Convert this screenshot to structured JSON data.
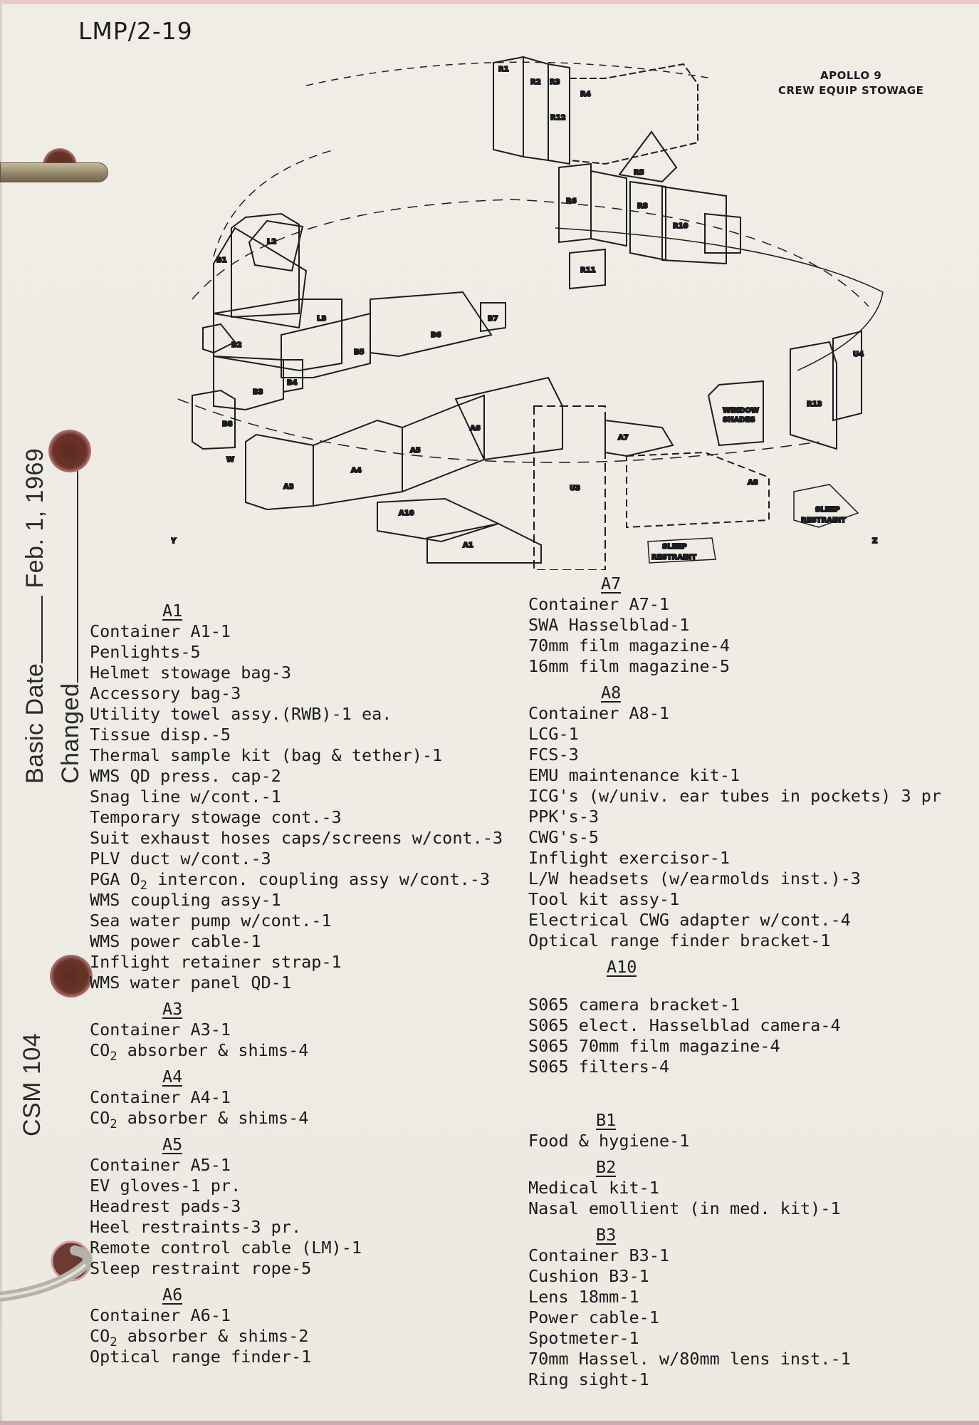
{
  "header": {
    "doc_id": "LMP/2-19",
    "diagram_title_line1": "APOLLO 9",
    "diagram_title_line2": "CREW EQUIP STOWAGE"
  },
  "margin": {
    "basic_date_label": "Basic Date",
    "basic_date_value": "Feb. 1, 1969",
    "changed_label": "Changed",
    "changed_value": "",
    "vehicle": "CSM 104"
  },
  "diagram": {
    "labels": [
      "R1",
      "R2",
      "R3",
      "R12",
      "R4",
      "R5",
      "R6",
      "R8",
      "R10",
      "R11",
      "L2",
      "B1",
      "L3",
      "B2",
      "B4",
      "B3",
      "B5",
      "B6",
      "B7",
      "B8",
      "A3",
      "A4",
      "A5",
      "A6",
      "A7",
      "A8",
      "A10",
      "A1",
      "U3",
      "U4",
      "R13",
      "WINDOW SHADES",
      "SLEEP RESTRAINT",
      "SLEEP RESTRAINT",
      "W",
      "Y",
      "Z"
    ]
  },
  "left_column": [
    {
      "heading": "A1",
      "items": [
        "Container A1-1",
        "Penlights-5",
        "Helmet stowage bag-3",
        "Accessory bag-3",
        "Utility towel assy.(RWB)-1 ea.",
        "Tissue disp.-5",
        "Thermal sample kit (bag & tether)-1",
        "WMS QD press. cap-2",
        "Snag line w/cont.-1",
        "Temporary stowage cont.-3",
        "Suit exhaust hoses caps/screens w/cont.-3",
        "PLV duct w/cont.-3",
        "PGA O2 intercon. coupling assy w/cont.-3",
        "WMS coupling assy-1",
        "Sea water pump w/cont.-1",
        "WMS power cable-1",
        "Inflight retainer strap-1",
        "WMS water panel QD-1"
      ]
    },
    {
      "heading": "A3",
      "items": [
        "Container A3-1",
        "CO2 absorber & shims-4"
      ]
    },
    {
      "heading": "A4",
      "items": [
        "Container A4-1",
        "CO2 absorber & shims-4"
      ]
    },
    {
      "heading": "A5",
      "items": [
        "Container A5-1",
        "EV gloves-1 pr.",
        "Headrest pads-3",
        "Heel restraints-3 pr.",
        "Remote control cable (LM)-1",
        "Sleep restraint rope-5"
      ]
    },
    {
      "heading": "A6",
      "items": [
        "Container A6-1",
        "CO2 absorber & shims-2",
        "Optical range finder-1"
      ]
    }
  ],
  "right_column": [
    {
      "heading": "A7",
      "items": [
        "Container A7-1",
        "SWA Hasselblad-1",
        "70mm film magazine-4",
        "16mm film magazine-5"
      ]
    },
    {
      "heading": "A8",
      "items": [
        "Container A8-1",
        "LCG-1",
        "FCS-3",
        "EMU maintenance kit-1",
        "ICG's (w/univ. ear tubes in pockets) 3 pr",
        "PPK's-3",
        "CWG's-5",
        "Inflight exercisor-1",
        "L/W headsets (w/earmolds inst.)-3",
        "Tool kit assy-1",
        "Electrical CWG adapter w/cont.-4",
        "Optical range finder bracket-1"
      ]
    },
    {
      "heading": "A10",
      "items": [
        "S065 camera bracket-1",
        "S065 elect. Hasselblad camera-4",
        "S065 70mm film magazine-4",
        "S065 filters-4"
      ]
    },
    {
      "heading": "B1",
      "items": [
        "Food & hygiene-1"
      ]
    },
    {
      "heading": "B2",
      "items": [
        "Medical kit-1",
        "Nasal emollient (in med. kit)-1"
      ]
    },
    {
      "heading": "B3",
      "items": [
        "Container B3-1",
        "Cushion B3-1",
        "Lens 18mm-1",
        "Power cable-1",
        "Spotmeter-1",
        "70mm Hassel. w/80mm lens inst.-1",
        "Ring sight-1"
      ]
    }
  ]
}
